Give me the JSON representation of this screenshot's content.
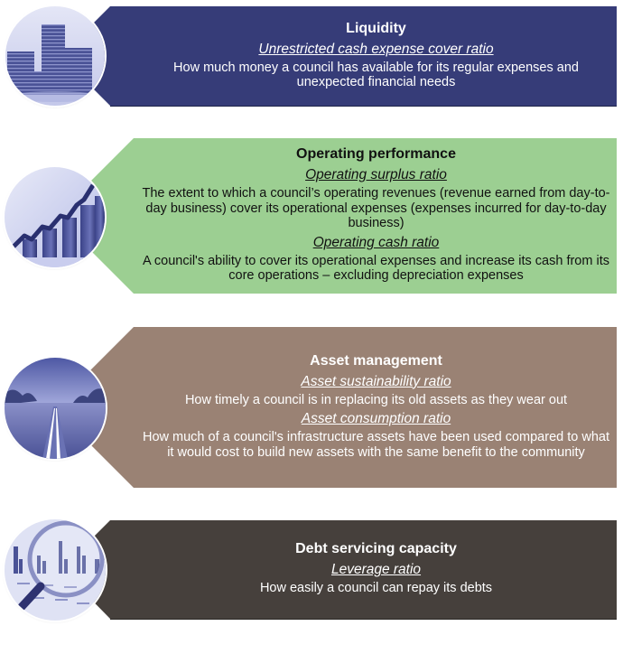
{
  "colors": {
    "liquidity": "#363c78",
    "operating": "#9ccf92",
    "asset": "#9a8274",
    "debt": "#46403c",
    "image_tint": "#5a63a8"
  },
  "sections": [
    {
      "title": "Liquidity",
      "icon": "coin-stacks-image",
      "items": [
        {
          "ratio": "Unrestricted cash expense cover ratio",
          "description": "How much money a council has available for its regular expenses and unexpected financial needs"
        }
      ]
    },
    {
      "title": "Operating performance",
      "icon": "rising-bar-chart-image",
      "items": [
        {
          "ratio": "Operating surplus ratio",
          "description": "The extent to which a council’s operating revenues (revenue earned from day-to-day business) cover its operational expenses (expenses incurred for day-to-day business)"
        },
        {
          "ratio": "Operating cash ratio",
          "description": "A council's ability to cover its operational expenses and increase its cash from its core operations – excluding depreciation expenses"
        }
      ]
    },
    {
      "title": "Asset management",
      "icon": "road-image",
      "items": [
        {
          "ratio": "Asset sustainability ratio",
          "description": "How timely a council is in replacing its old assets as they wear out"
        },
        {
          "ratio": "Asset consumption ratio",
          "description": "How much of a council's infrastructure assets have been used compared to what it would cost to build new assets with the same benefit to the community"
        }
      ]
    },
    {
      "title": "Debt servicing capacity",
      "icon": "magnifier-on-chart-image",
      "items": [
        {
          "ratio": "Leverage ratio",
          "description": "How easily a council can repay its debts"
        }
      ]
    }
  ]
}
